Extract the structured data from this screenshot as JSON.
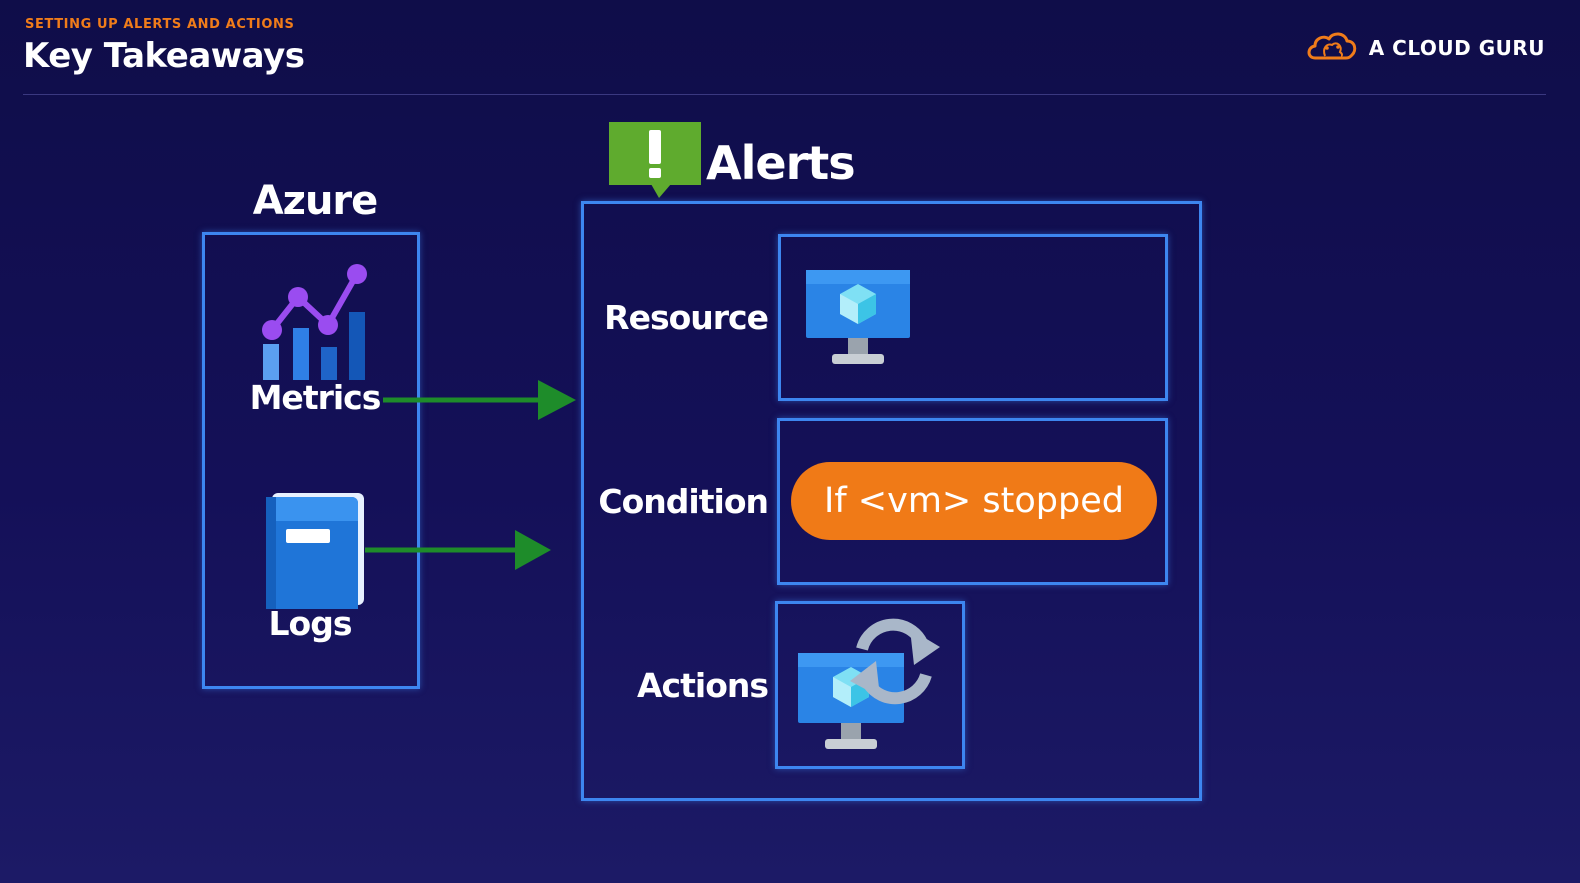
{
  "header": {
    "eyebrow": "SETTING UP ALERTS AND ACTIONS",
    "title": "Key Takeaways",
    "logo_text": "A CLOUD GURU"
  },
  "azure": {
    "title": "Azure",
    "metrics_label": "Metrics",
    "logs_label": "Logs"
  },
  "alerts": {
    "title": "Alerts",
    "resource_label": "Resource",
    "condition_label": "Condition",
    "condition_value": "If <vm> stopped",
    "actions_label": "Actions"
  },
  "colors": {
    "accent_orange": "#f07a17",
    "box_blue": "#3d86f0",
    "arrow_green": "#1e8c2a",
    "alert_green": "#5fab2e"
  },
  "icons": [
    "cloud-logo-icon",
    "metrics-chart-icon",
    "logs-book-icon",
    "alert-exclamation-icon",
    "vm-monitor-icon",
    "vm-restart-icon"
  ]
}
